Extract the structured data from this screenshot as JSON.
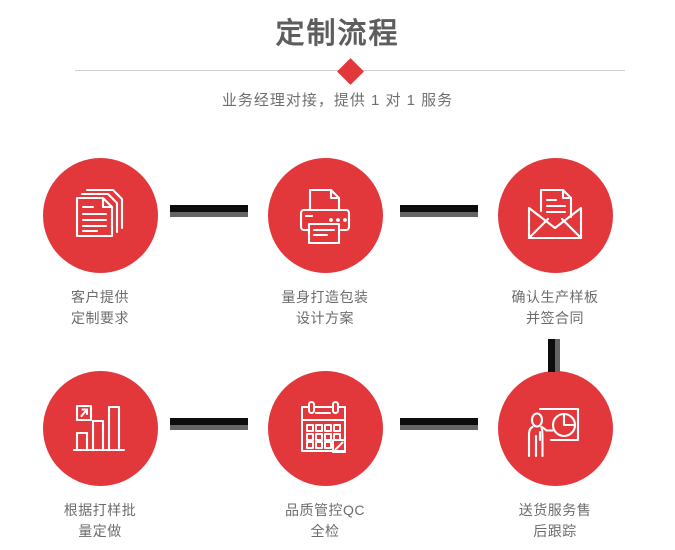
{
  "header": {
    "title": "定制流程",
    "subtitle": "业务经理对接，提供 1 对 1 服务",
    "divider_icon": "diamond-divider"
  },
  "colors": {
    "accent_red": "#e2383c",
    "title_gray": "#5d5d5d",
    "label_gray": "#6c6c6c",
    "connector_black": "#0d0d0d",
    "connector_shadow": "#656565",
    "divider_line": "#cfcfcf"
  },
  "flow": {
    "steps": [
      {
        "index": 1,
        "icon": "documents-stack-icon",
        "label": "客户提供\n定制要求"
      },
      {
        "index": 2,
        "icon": "printer-icon",
        "label": "量身打造包装\n设计方案"
      },
      {
        "index": 3,
        "icon": "envelope-letter-icon",
        "label": "确认生产样板\n并签合同"
      },
      {
        "index": 4,
        "icon": "bar-chart-growth-icon",
        "label": "根据打样批\n量定做"
      },
      {
        "index": 5,
        "icon": "calendar-check-icon",
        "label": "品质管控QC\n全检"
      },
      {
        "index": 6,
        "icon": "presenter-pie-chart-icon",
        "label": "送货服务售\n后跟踪"
      }
    ],
    "connectors": [
      {
        "name": "connector-step1-step2",
        "orientation": "horizontal"
      },
      {
        "name": "connector-step2-step3",
        "orientation": "horizontal"
      },
      {
        "name": "connector-step3-step6",
        "orientation": "vertical"
      },
      {
        "name": "connector-step4-step5",
        "orientation": "horizontal"
      },
      {
        "name": "connector-step5-step6",
        "orientation": "horizontal"
      }
    ]
  }
}
